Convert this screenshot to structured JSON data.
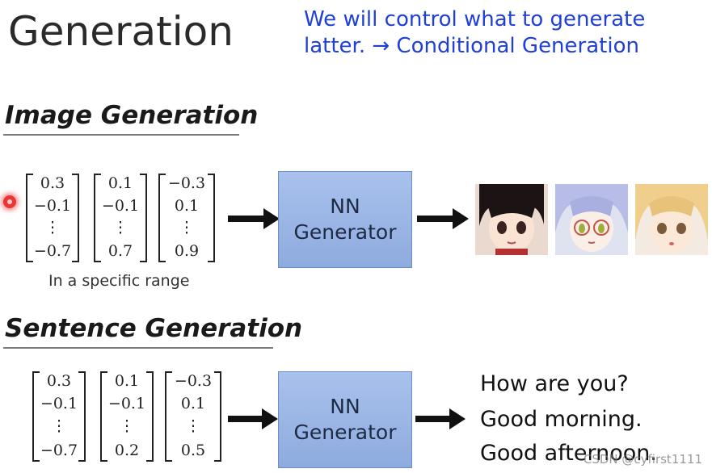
{
  "title": "Generation",
  "note": {
    "line1": "We will control what to generate",
    "line2": "latter. → Conditional Generation"
  },
  "image_section": {
    "heading": "Image Generation",
    "vectors": [
      [
        "0.3",
        "−0.1",
        "⋮",
        "−0.7"
      ],
      [
        "0.1",
        "−0.1",
        "⋮",
        "0.7"
      ],
      [
        "−0.3",
        "0.1",
        "⋮",
        "0.9"
      ]
    ],
    "range_label": "In a specific range",
    "generator": {
      "line1": "NN",
      "line2": "Generator"
    },
    "outputs": [
      "anime-face-dark-hair-icon",
      "anime-face-lavender-hair-glasses-icon",
      "anime-face-blonde-hair-icon"
    ]
  },
  "sentence_section": {
    "heading": "Sentence Generation",
    "vectors": [
      [
        "0.3",
        "−0.1",
        "⋮",
        "−0.7"
      ],
      [
        "0.1",
        "−0.1",
        "⋮",
        "0.2"
      ],
      [
        "−0.3",
        "0.1",
        "⋮",
        "0.5"
      ]
    ],
    "generator": {
      "line1": "NN",
      "line2": "Generator"
    },
    "outputs": [
      "How are you?",
      "Good morning.",
      "Good afternoon."
    ]
  },
  "colors": {
    "note": "#1f3fd6",
    "generator_box": "#9bb5e6",
    "cursor": "#e33333"
  },
  "watermark": "CSDN @cyfirst1111"
}
